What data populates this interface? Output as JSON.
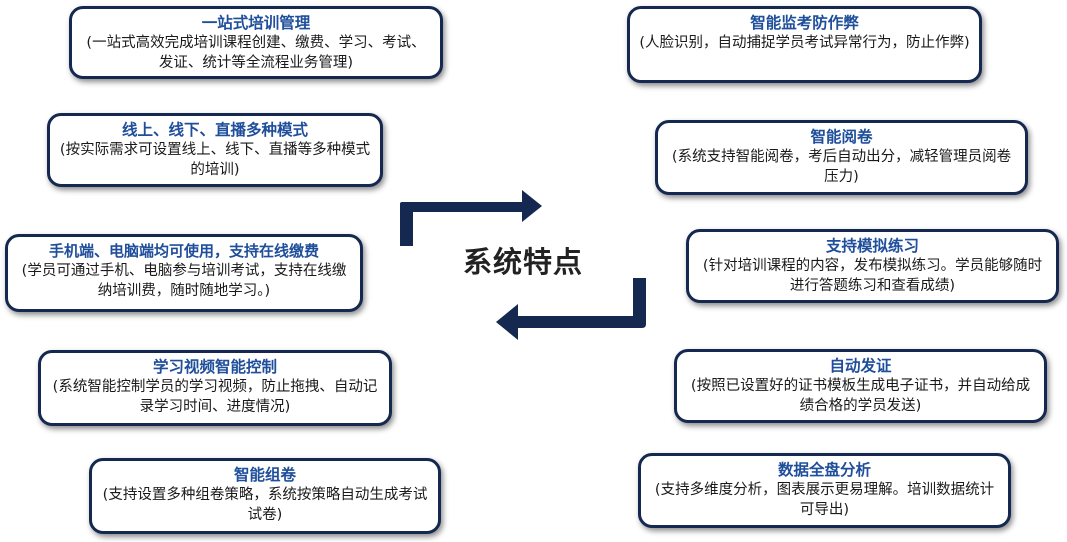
{
  "center": {
    "title": "系统特点"
  },
  "colors": {
    "border": "#15284f",
    "title": "#1f4e9a",
    "arrow": "#15284f"
  },
  "left": [
    {
      "title": "一站式培训管理",
      "desc": "(一站式高效完成培训课程创建、缴费、学习、考试、发证、统计等全流程业务管理)"
    },
    {
      "title": "线上、线下、直播多种模式",
      "desc": "(按实际需求可设置线上、线下、直播等多种模式的培训)"
    },
    {
      "title": "手机端、电脑端均可使用，支持在线缴费",
      "desc": "(学员可通过手机、电脑参与培训考试，支持在线缴纳培训费，随时随地学习。)"
    },
    {
      "title": "学习视频智能控制",
      "desc": "(系统智能控制学员的学习视频，防止拖拽、自动记录学习时间、进度情况)"
    },
    {
      "title": "智能组卷",
      "desc": "(支持设置多种组卷策略，系统按策略自动生成考试试卷)"
    }
  ],
  "right": [
    {
      "title": "智能监考防作弊",
      "desc": "(人脸识别，自动捕捉学员考试异常行为，防止作弊)"
    },
    {
      "title": "智能阅卷",
      "desc": "(系统支持智能阅卷，考后自动出分，减轻管理员阅卷压力)"
    },
    {
      "title": "支持模拟练习",
      "desc": "(针对培训课程的内容，发布模拟练习。学员能够随时进行答题练习和查看成绩)"
    },
    {
      "title": "自动发证",
      "desc": "(按照已设置好的证书模板生成电子证书，并自动给成绩合格的学员发送)"
    },
    {
      "title": "数据全盘分析",
      "desc": "(支持多维度分析，图表展示更易理解。培训数据统计可导出)"
    }
  ]
}
